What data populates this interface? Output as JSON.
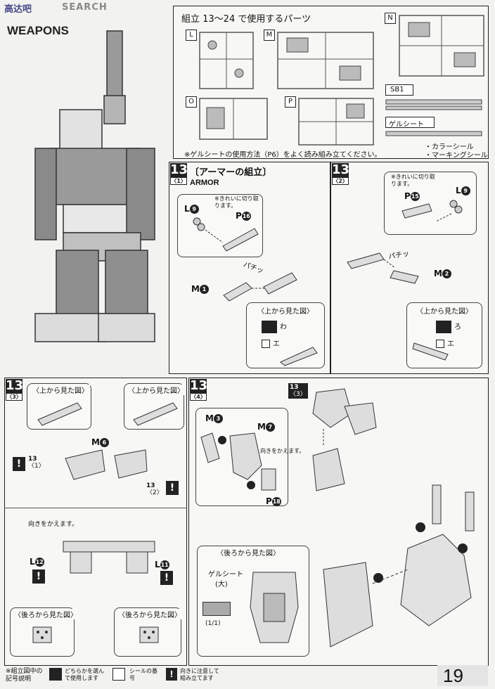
{
  "header": {
    "logo_text": "高达吧",
    "search_label": "SEARCH",
    "section_title": "WEAPONS"
  },
  "parts_panel": {
    "title": "組立 13～24 で使用するパーツ",
    "runners": [
      "L",
      "M",
      "N",
      "O",
      "P"
    ],
    "sb_label": "SB1",
    "gel_label": "ゲルシート",
    "note": "※ゲルシートの使用方法（P6）をよく読み組み立てください。",
    "color_seal": "・カラーシール",
    "marking_seal": "・マーキングシール"
  },
  "step13_1": {
    "num": "13",
    "sub": "〈1〉",
    "title": "〔アーマーの組立〕",
    "subtitle": "ARMOR",
    "note": "※きれいに切り取ります。",
    "part_l": "L",
    "part_l_num": "9",
    "part_p": "P",
    "part_p_num": "16",
    "part_m": "M",
    "part_m_num": "1",
    "sound": "パチッ",
    "view_label": "〈上から見た図〉",
    "seal_a": "わ",
    "seal_b": "エ"
  },
  "step13_2": {
    "num": "13",
    "sub": "〈2〉",
    "note": "※きれいに切り取ります。",
    "part_l": "L",
    "part_l_num": "9",
    "part_p": "P",
    "part_p_num": "15",
    "part_m": "M",
    "part_m_num": "2",
    "sound": "パチッ",
    "view_label": "〈上から見た図〉",
    "seal_a": "ろ",
    "seal_b": "エ"
  },
  "step13_3": {
    "num": "13",
    "sub": "〈3〉",
    "view_left": "〈上から見た図〉",
    "view_right": "〈上から見た図〉",
    "part_m": "M",
    "part_m_num": "6",
    "ref_left": "13",
    "ref_left_sub": "〈1〉",
    "ref_right": "13",
    "ref_right_sub": "〈2〉",
    "note_turn": "向きをかえます。",
    "part_l12": "L",
    "part_l12_num": "12",
    "part_l11": "L",
    "part_l11_num": "11",
    "back_left": "〈後ろから見た図〉",
    "back_right": "〈後ろから見た図〉"
  },
  "step13_4": {
    "num": "13",
    "sub": "〈4〉",
    "part_m3": "M",
    "part_m3_num": "3",
    "part_m7": "M",
    "part_m7_num": "7",
    "part_p18": "P",
    "part_p18_num": "18",
    "note_turn": "向きをかえます。",
    "ref": "13",
    "ref_sub": "〈3〉",
    "back_view": "〈後ろから見た図〉",
    "gel_label": "ゲルシート",
    "gel_size": "(大)",
    "gel_count": "(1/1)"
  },
  "legend": {
    "title": "※組立図中の記号説明",
    "item1": "どちらかを選んで使用します",
    "item2": "シールの番号",
    "item3": "向きに注意して組み立てます"
  },
  "page_number": "19"
}
